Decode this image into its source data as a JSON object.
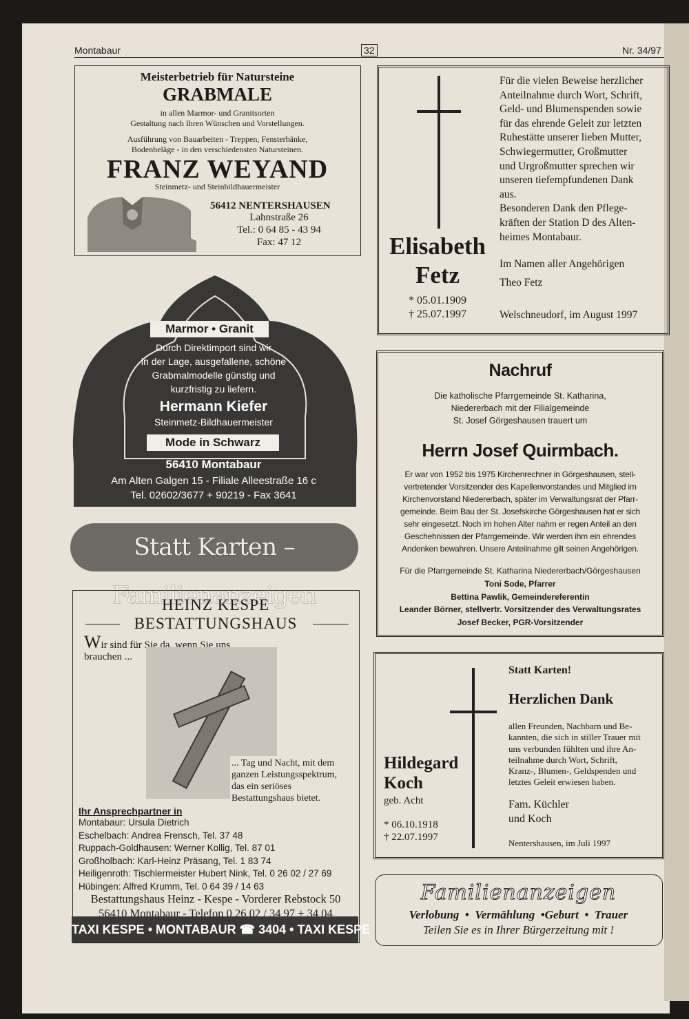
{
  "header": {
    "left": "Montabaur",
    "page": "32",
    "right": "Nr. 34/97"
  },
  "weyand": {
    "line1": "Meisterbetrieb für Natursteine",
    "title": "GRABMALE",
    "line2": "in allen Marmor- und Granitsorten",
    "line3": "Gestaltung nach Ihren Wünschen und Vorstellungen.",
    "line4": "Ausführung von Bauarbeiten - Treppen, Fensterbänke,",
    "line5": "Bodenbeläge - in den verschiedensten Natursteinen.",
    "name": "FRANZ WEYAND",
    "sub": "Steinmetz- und Steinbildhauermeister",
    "city": "56412 NENTERSHAUSEN",
    "street": "Lahnstraße 26",
    "tel": "Tel.: 0 64 85 - 43 94",
    "fax": "Fax: 47 12"
  },
  "kiefer": {
    "label1": "Marmor • Granit",
    "text1": "Durch Direktimport sind wir",
    "text2": "in der Lage, ausgefallene, schöne",
    "text3": "Grabmalmodelle günstig und",
    "text4": "kurzfristig zu liefern.",
    "name": "Hermann Kiefer",
    "sub": "Steinmetz-Bildhauermeister",
    "label2": "Mode in Schwarz",
    "city": "56410 Montabaur",
    "address": "Am Alten Galgen 15 - Filiale Alleestraße 16 c",
    "tel": "Tel. 02602/3677 + 90219 - Fax 3641"
  },
  "statt_banner": "Statt Karten – Familienanzeigen",
  "kespe": {
    "title1": "HEINZ KESPE",
    "title2": "BESTATTUNGSHAUS",
    "intro_first": "W",
    "intro_rest": "ir sind für Sie da, wenn Sie uns",
    "intro2": "brauchen ...",
    "tag1": "... Tag und Nacht, mit dem",
    "tag2": "ganzen Leistungsspektrum,",
    "tag3": "das ein seriöses",
    "tag4": "Bestattungshaus bietet.",
    "contacts_title": "Ihr Ansprechpartner in",
    "contacts": [
      "Montabaur: Ursula Dietrich",
      "Eschelbach: Andrea Frensch, Tel. 37 48",
      "Ruppach-Goldhausen: Werner Kollig, Tel. 87 01",
      "Großholbach: Karl-Heinz Präsang, Tel. 1 83 74",
      "Heiligenroth: Tischlermeister Hubert Nink, Tel. 0 26 02 / 27 69",
      "Hübingen: Alfred Krumm, Tel. 0 64 39 / 14 63"
    ],
    "addr1": "Bestattungshaus Heinz - Kespe - Vorderer Rebstock 50",
    "addr2": "56410 Montabaur - Telefon 0 26 02 / 34 97 + 34 04",
    "taxi_left": "TAXI KESPE • MONTABAUR",
    "taxi_num": "3404",
    "taxi_right": "• TAXI KESPE"
  },
  "fetz": {
    "text": [
      "Für die vielen Beweise herzlicher",
      "Anteilnahme durch Wort, Schrift,",
      "Geld- und Blumenspenden sowie",
      "für das ehrende Geleit zur letzten",
      "Ruhestätte unserer lieben Mutter,",
      "Schwiegermutter, Großmutter",
      "und Urgroßmutter sprechen wir",
      "unseren tiefempfundenen Dank",
      "aus.",
      "Besonderen Dank den Pflege-",
      "kräften der Station D des Alten-",
      "heimes Montabaur."
    ],
    "first": "Elisabeth",
    "last": "Fetz",
    "born": "* 05.01.1909",
    "died": "† 25.07.1997",
    "signoff": "Im Namen aller Angehörigen",
    "signer": "Theo Fetz",
    "place": "Welschneudorf, im August 1997"
  },
  "nachruf": {
    "title": "Nachruf",
    "intro": [
      "Die katholische Pfarrgemeinde St. Katharina,",
      "Niedererbach mit der Filialgemeinde",
      "St. Josef Görgeshausen trauert um"
    ],
    "name": "Herrn Josef Quirmbach.",
    "body": [
      "Er war von 1952 bis 1975 Kirchenrechner in Görgeshausen, stell-",
      "vertretender Vorsitzender des Kapellenvorstandes und Mitglied im",
      "Kirchenvorstand Niedererbach, später im Verwaltungsrat der Pfarr-",
      "gemeinde. Beim Bau der St. Josefskirche Görgeshausen hat er sich",
      "sehr eingesetzt. Noch im hohen Alter nahm er regen Anteil an den",
      "Geschehnissen der Pfarrgemeinde. Wir werden ihm ein ehrendes",
      "Andenken bewahren. Unsere Anteilnahme gilt seinen Angehörigen."
    ],
    "for": "Für die Pfarrgemeinde St. Katharina Niedererbach/Görgeshausen",
    "signers": [
      "Toni Sode, Pfarrer",
      "Bettina Pawlik, Gemeindereferentin",
      "Leander Börner, stellvertr. Vorsitzender des Verwaltungsrates",
      "Josef Becker, PGR-Vorsitzender"
    ]
  },
  "koch": {
    "statt": "Statt Karten!",
    "dank": "Herzlichen Dank",
    "text": [
      "allen Freunden, Nachbarn und Be-",
      "kannten, die sich in stiller Trauer mit",
      "uns verbunden fühlten und ihre An-",
      "teilnahme durch Wort, Schrift,",
      "Kranz-, Blumen-, Geldspenden und",
      "letztes Geleit erwiesen haben."
    ],
    "first": "Hildegard",
    "last": "Koch",
    "nee": "geb. Acht",
    "born": "* 06.10.1918",
    "died": "† 22.07.1997",
    "family1": "Fam. Küchler",
    "family2": "und Koch",
    "place": "Nentershausen, im Juli 1997"
  },
  "familien": {
    "script": "Familienanzeigen",
    "line1": "Verlobung  •  Vermählung  •Geburt  •  Trauer",
    "line2": "Teilen Sie es in Ihrer Bürgerzeitung mit !"
  }
}
